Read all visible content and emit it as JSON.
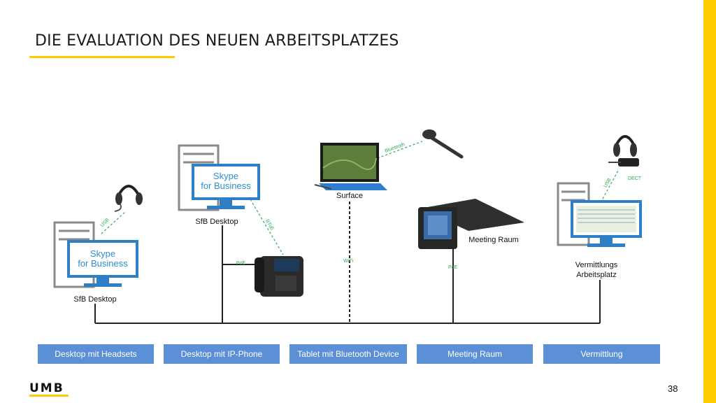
{
  "slide": {
    "title": "DIE EVALUATION DES NEUEN ARBEITSPLATZES",
    "page_number": "38",
    "logo_text": "UMB"
  },
  "devices": {
    "sfb_desktop_1": "SfB Desktop",
    "sfb_desktop_2": "SfB Desktop",
    "surface": "Surface",
    "meeting_raum": "Meeting Raum",
    "vermittlungs_line1": "Vermittlungs",
    "vermittlungs_line2": "Arbeitsplatz"
  },
  "skype_logo": {
    "line1": "Skype",
    "line2": "for Business"
  },
  "connections": {
    "usb_1": "USB",
    "btoe": "BToE",
    "poe_1": "PoE",
    "bluetooth": "Bluetooth",
    "wifi": "WiFi",
    "poe_2": "PoE",
    "usb_2": "USB",
    "dect": "DECT"
  },
  "categories": [
    "Desktop mit Headsets",
    "Desktop mit IP-Phone",
    "Tablet mit Bluetooth Device",
    "Meeting Raum",
    "Vermittlung"
  ],
  "colors": {
    "accent_yellow": "#ffcc00",
    "category_blue": "#5b8fd6",
    "connection_green": "#2fa84f",
    "skype_blue": "#2d8fd0"
  }
}
